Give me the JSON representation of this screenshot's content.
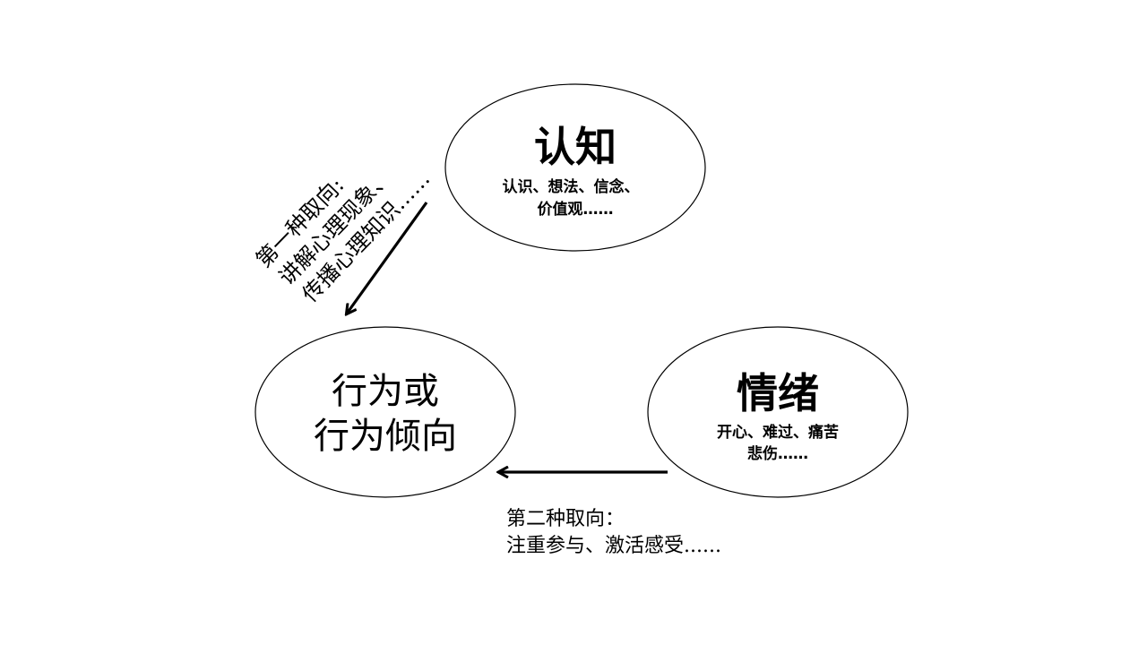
{
  "diagram": {
    "nodes": {
      "cognition": {
        "title": "认知",
        "lines": [
          "认识、想法、信念、",
          "价值观……"
        ]
      },
      "behavior": {
        "lines": [
          "行为或",
          "行为倾向"
        ]
      },
      "emotion": {
        "title": "情绪",
        "lines": [
          "开心、难过、痛苦",
          "悲伤……"
        ]
      }
    },
    "approaches": {
      "first": {
        "lines": [
          "第一种取向:",
          "讲解心理现象、",
          "传播心理知识……"
        ]
      },
      "second": {
        "lines": [
          "第二种取向：",
          "注重参与、激活感受......"
        ]
      }
    }
  },
  "colors": {
    "background": "#ffffff",
    "stroke": "#000000"
  }
}
